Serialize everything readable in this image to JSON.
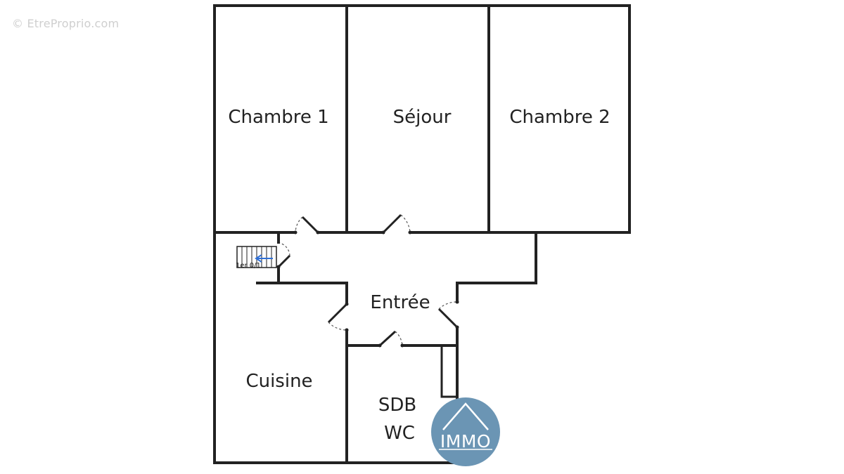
{
  "watermark": "© EtreProprio.com",
  "rooms": [
    {
      "id": "chambre-1",
      "label": "Chambre 1"
    },
    {
      "id": "sejour",
      "label": "Séjour"
    },
    {
      "id": "chambre-2",
      "label": "Chambre 2"
    },
    {
      "id": "entree",
      "label": "Entrée"
    },
    {
      "id": "cuisine",
      "label": "Cuisine"
    },
    {
      "id": "sdb",
      "label": "SDB"
    },
    {
      "id": "wc",
      "label": "WC"
    }
  ],
  "stairs": {
    "label": "1er 0/1"
  },
  "logo": {
    "text": "IMMO",
    "color": "#6b95b4"
  },
  "colors": {
    "walls": "#222222",
    "background": "#ffffff",
    "watermark": "#cfcfcf"
  }
}
